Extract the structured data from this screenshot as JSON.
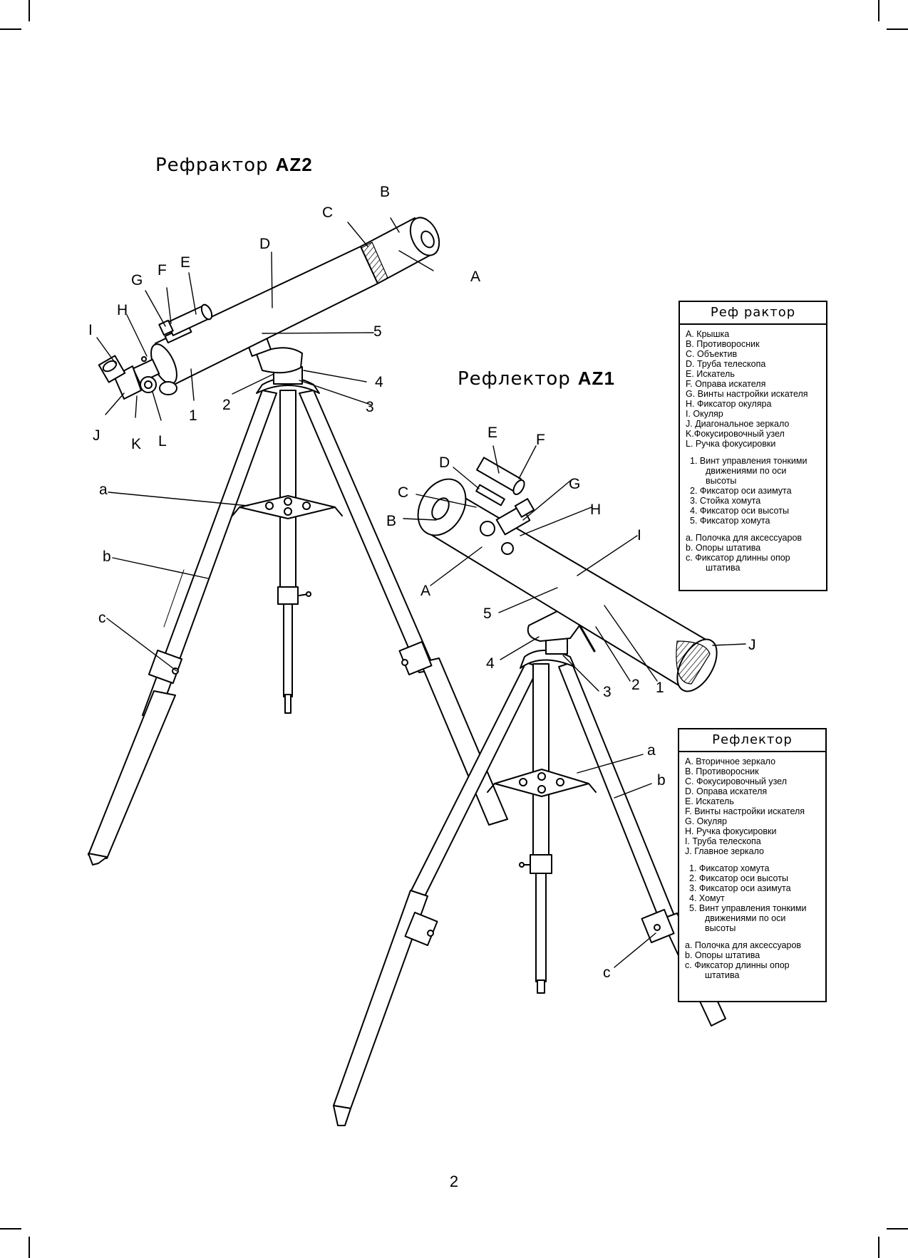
{
  "refractor": {
    "heading_name": "Рефрактор",
    "heading_model": "AZ2",
    "legend_title": "Реф рактор",
    "parts": [
      "A. Крышка",
      "B. Противоросник",
      "C. Объектив",
      "D. Труба телескопа",
      "E. Искатель",
      "F. Оправа искателя",
      "G. Винты настройки искателя",
      "H. Фиксатор окуляра",
      "I.  Окуляр",
      "J. Диагональное зеркало",
      "K.Фокусировочный узел",
      "L. Ручка фокусировки"
    ],
    "mount_parts": [
      [
        "1. Винт управления тонкими",
        "движениями по оси",
        "высоты"
      ],
      [
        "2. Фиксатор оси азимута"
      ],
      [
        "3. Стойка хомута"
      ],
      [
        "4. Фиксатор оси высоты"
      ],
      [
        "5. Фиксатор хомута"
      ]
    ],
    "tripod_parts": [
      [
        "a. Полочка для аксессуаров"
      ],
      [
        "b. Опоры штатива"
      ],
      [
        "c. Фиксатор длинны опор",
        "штатива"
      ]
    ],
    "callouts": [
      "A",
      "B",
      "C",
      "D",
      "E",
      "F",
      "G",
      "H",
      "I",
      "J",
      "K",
      "L",
      "1",
      "2",
      "3",
      "4",
      "5",
      "a",
      "b",
      "c"
    ]
  },
  "reflector": {
    "heading_name": "Рефлектор",
    "heading_model": "AZ1",
    "legend_title": "Рефлектор",
    "parts": [
      "A. Вторичное зеркало",
      "B. Противоросник",
      "C. Фокусировочный узел",
      "D. Оправа искателя",
      "E.  Искатель",
      "F.  Винты настройки искателя",
      "G. Окуляр",
      "H. Ручка фокусировки",
      "I.  Труба телескопа",
      "J.  Главное зеркало"
    ],
    "mount_parts": [
      [
        "1. Фиксатор хомута"
      ],
      [
        "2. Фиксатор оси высоты"
      ],
      [
        "3. Фиксатор оси азимута"
      ],
      [
        "4. Хомут"
      ],
      [
        "5. Винт управления тонкими",
        "движениями по оси",
        "высоты"
      ]
    ],
    "tripod_parts": [
      [
        "a. Полочка для аксессуаров"
      ],
      [
        "b. Опоры штатива"
      ],
      [
        "c. Фиксатор длинны опор",
        "штатива"
      ]
    ],
    "callouts": [
      "A",
      "B",
      "C",
      "D",
      "E",
      "F",
      "G",
      "H",
      "I",
      "J",
      "1",
      "2",
      "3",
      "4",
      "5",
      "a",
      "b",
      "c"
    ]
  },
  "page_number": "2"
}
